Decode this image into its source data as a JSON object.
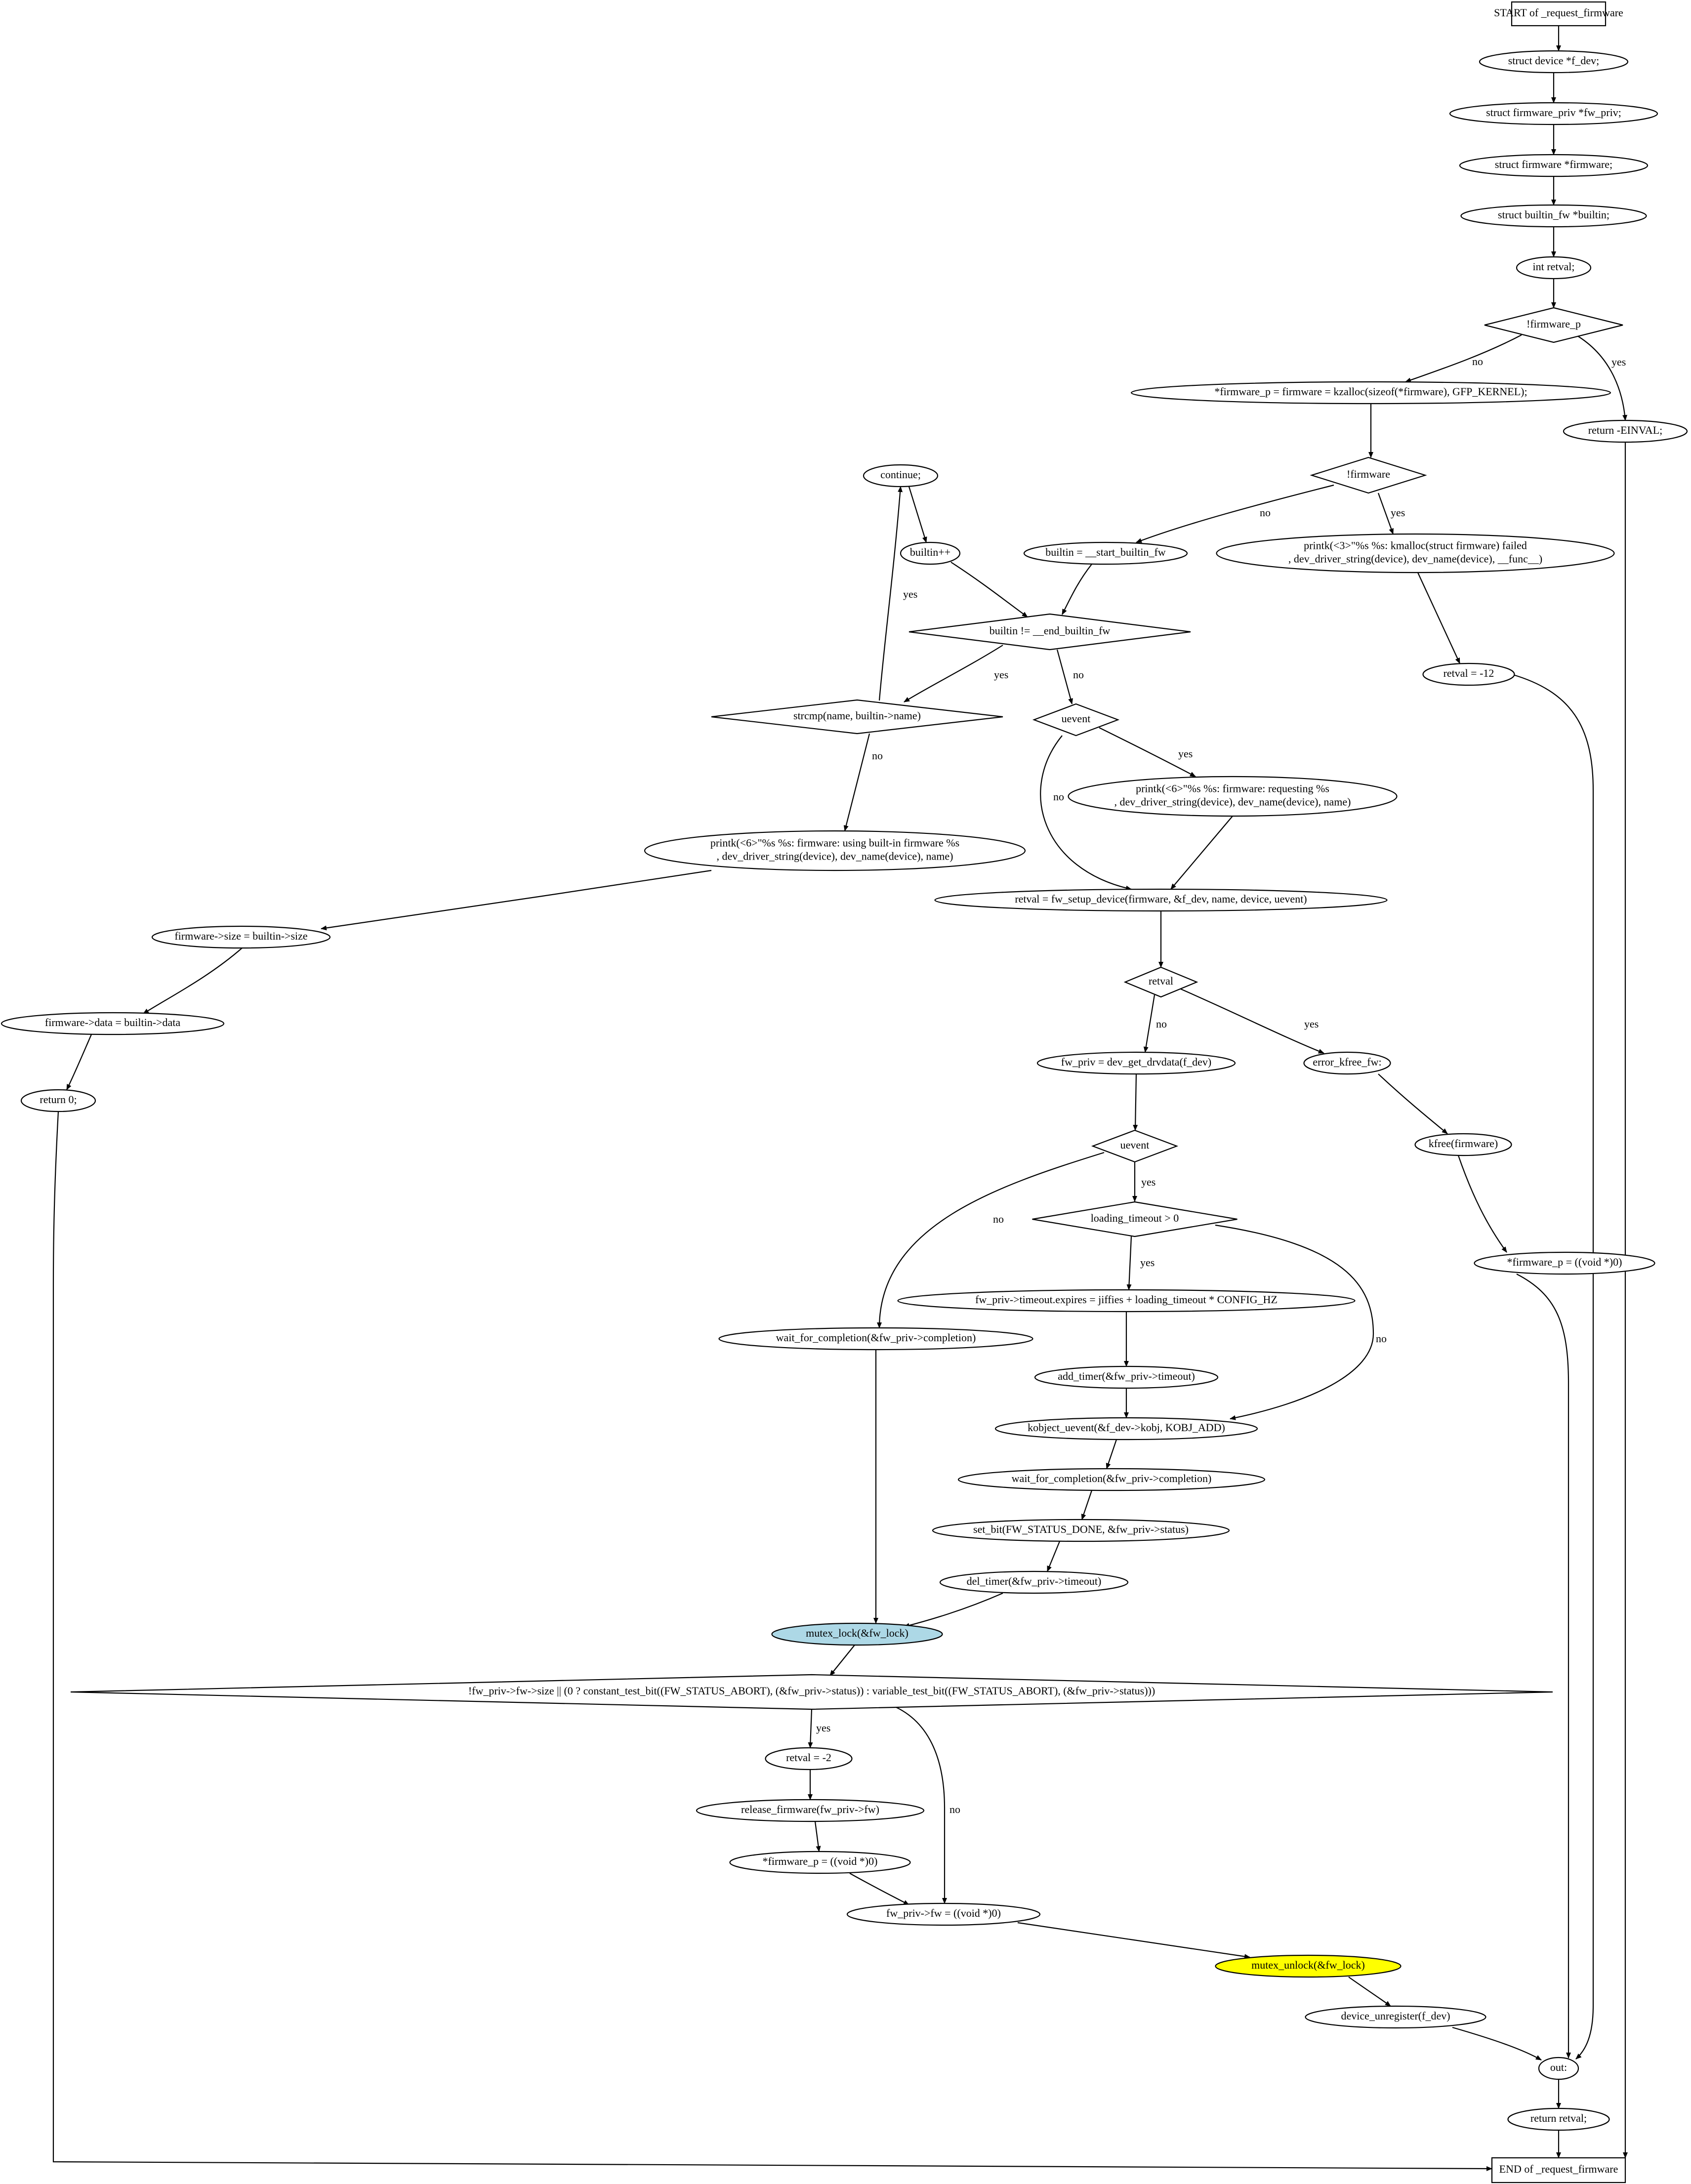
{
  "nodes": [
    {
      "id": "start",
      "lines": [
        "START of _request_firmware"
      ],
      "shape": "box"
    },
    {
      "id": "n_fdev",
      "lines": [
        "struct device *f_dev;"
      ],
      "shape": "ellipse"
    },
    {
      "id": "n_fwpriv",
      "lines": [
        "struct firmware_priv *fw_priv;"
      ],
      "shape": "ellipse"
    },
    {
      "id": "n_firmware",
      "lines": [
        "struct firmware *firmware;"
      ],
      "shape": "ellipse"
    },
    {
      "id": "n_builtin",
      "lines": [
        "struct builtin_fw *builtin;"
      ],
      "shape": "ellipse"
    },
    {
      "id": "n_retval",
      "lines": [
        "int retval;"
      ],
      "shape": "ellipse"
    },
    {
      "id": "d_firmware_p",
      "lines": [
        "!firmware_p"
      ],
      "shape": "diamond"
    },
    {
      "id": "n_kzalloc",
      "lines": [
        "*firmware_p = firmware = kzalloc(sizeof(*firmware), GFP_KERNEL);"
      ],
      "shape": "ellipse"
    },
    {
      "id": "n_einval",
      "lines": [
        "return -EINVAL;"
      ],
      "shape": "ellipse"
    },
    {
      "id": "d_firmware",
      "lines": [
        "!firmware"
      ],
      "shape": "diamond"
    },
    {
      "id": "n_continue",
      "lines": [
        "continue;"
      ],
      "shape": "ellipse"
    },
    {
      "id": "n_builtinpp",
      "lines": [
        "builtin++"
      ],
      "shape": "ellipse"
    },
    {
      "id": "n_start_builtin",
      "lines": [
        "builtin = __start_builtin_fw"
      ],
      "shape": "ellipse"
    },
    {
      "id": "n_printk_kmalloc",
      "lines": [
        "printk(<3>\"%s %s: kmalloc(struct firmware) failed",
        ", dev_driver_string(device), dev_name(device), __func__)"
      ],
      "shape": "ellipse"
    },
    {
      "id": "d_builtin_end",
      "lines": [
        "builtin != __end_builtin_fw"
      ],
      "shape": "diamond"
    },
    {
      "id": "n_retval_12",
      "lines": [
        "retval = -12"
      ],
      "shape": "ellipse"
    },
    {
      "id": "d_strcmp",
      "lines": [
        "strcmp(name, builtin->name)"
      ],
      "shape": "diamond"
    },
    {
      "id": "d_uevent1",
      "lines": [
        "uevent"
      ],
      "shape": "diamond"
    },
    {
      "id": "n_printk_req",
      "lines": [
        "printk(<6>\"%s %s: firmware: requesting %s",
        ", dev_driver_string(device), dev_name(device), name)"
      ],
      "shape": "ellipse"
    },
    {
      "id": "n_printk_builtin",
      "lines": [
        "printk(<6>\"%s %s: firmware: using built-in firmware %s",
        ", dev_driver_string(device), dev_name(device), name)"
      ],
      "shape": "ellipse"
    },
    {
      "id": "n_setup",
      "lines": [
        "retval = fw_setup_device(firmware, &f_dev, name, device, uevent)"
      ],
      "shape": "ellipse"
    },
    {
      "id": "n_size",
      "lines": [
        "firmware->size = builtin->size"
      ],
      "shape": "ellipse"
    },
    {
      "id": "d_retval",
      "lines": [
        "retval"
      ],
      "shape": "diamond"
    },
    {
      "id": "n_data",
      "lines": [
        "firmware->data = builtin->data"
      ],
      "shape": "ellipse"
    },
    {
      "id": "n_drvdata",
      "lines": [
        "fw_priv = dev_get_drvdata(f_dev)"
      ],
      "shape": "ellipse"
    },
    {
      "id": "n_error_kfree",
      "lines": [
        "error_kfree_fw:"
      ],
      "shape": "ellipse"
    },
    {
      "id": "n_return0",
      "lines": [
        "return 0;"
      ],
      "shape": "ellipse"
    },
    {
      "id": "d_uevent2",
      "lines": [
        "uevent"
      ],
      "shape": "diamond"
    },
    {
      "id": "n_kfree",
      "lines": [
        "kfree(firmware)"
      ],
      "shape": "ellipse"
    },
    {
      "id": "d_loading",
      "lines": [
        "loading_timeout > 0"
      ],
      "shape": "diamond"
    },
    {
      "id": "n_fwp_null1",
      "lines": [
        "*firmware_p = ((void *)0)"
      ],
      "shape": "ellipse"
    },
    {
      "id": "n_timeout_exp",
      "lines": [
        "fw_priv->timeout.expires = jiffies + loading_timeout * CONFIG_HZ"
      ],
      "shape": "ellipse"
    },
    {
      "id": "n_wait1",
      "lines": [
        "wait_for_completion(&fw_priv->completion)"
      ],
      "shape": "ellipse"
    },
    {
      "id": "n_add_timer",
      "lines": [
        "add_timer(&fw_priv->timeout)"
      ],
      "shape": "ellipse"
    },
    {
      "id": "n_kobject",
      "lines": [
        "kobject_uevent(&f_dev->kobj, KOBJ_ADD)"
      ],
      "shape": "ellipse"
    },
    {
      "id": "n_wait2",
      "lines": [
        "wait_for_completion(&fw_priv->completion)"
      ],
      "shape": "ellipse"
    },
    {
      "id": "n_set_bit",
      "lines": [
        "set_bit(FW_STATUS_DONE, &fw_priv->status)"
      ],
      "shape": "ellipse"
    },
    {
      "id": "n_del_timer",
      "lines": [
        "del_timer(&fw_priv->timeout)"
      ],
      "shape": "ellipse"
    },
    {
      "id": "n_mutex_lock",
      "lines": [
        "mutex_lock(&fw_lock)"
      ],
      "shape": "ellipse",
      "fill": "#add8e6"
    },
    {
      "id": "d_fwsize",
      "lines": [
        "!fw_priv->fw->size || (0 ? constant_test_bit((FW_STATUS_ABORT), (&fw_priv->status)) : variable_test_bit((FW_STATUS_ABORT), (&fw_priv->status)))"
      ],
      "shape": "diamond"
    },
    {
      "id": "n_retval_2",
      "lines": [
        "retval = -2"
      ],
      "shape": "ellipse"
    },
    {
      "id": "n_release",
      "lines": [
        "release_firmware(fw_priv->fw)"
      ],
      "shape": "ellipse"
    },
    {
      "id": "n_fwp_null2",
      "lines": [
        "*firmware_p = ((void *)0)"
      ],
      "shape": "ellipse"
    },
    {
      "id": "n_fw_null",
      "lines": [
        "fw_priv->fw = ((void *)0)"
      ],
      "shape": "ellipse"
    },
    {
      "id": "n_mutex_unlock",
      "lines": [
        "mutex_unlock(&fw_lock)"
      ],
      "shape": "ellipse",
      "fill": "#ffff00"
    },
    {
      "id": "n_unregister",
      "lines": [
        "device_unregister(f_dev)"
      ],
      "shape": "ellipse"
    },
    {
      "id": "n_out",
      "lines": [
        "out:"
      ],
      "shape": "ellipse"
    },
    {
      "id": "n_return_retval",
      "lines": [
        "return retval;"
      ],
      "shape": "ellipse"
    },
    {
      "id": "end",
      "lines": [
        "END of _request_firmware"
      ],
      "shape": "box"
    }
  ],
  "edges": [
    {
      "from": "start",
      "to": "n_fdev",
      "label": ""
    },
    {
      "from": "n_fdev",
      "to": "n_fwpriv",
      "label": ""
    },
    {
      "from": "n_fwpriv",
      "to": "n_firmware",
      "label": ""
    },
    {
      "from": "n_firmware",
      "to": "n_builtin",
      "label": ""
    },
    {
      "from": "n_builtin",
      "to": "n_retval",
      "label": ""
    },
    {
      "from": "n_retval",
      "to": "d_firmware_p",
      "label": ""
    },
    {
      "from": "d_firmware_p",
      "to": "n_kzalloc",
      "label": "no"
    },
    {
      "from": "d_firmware_p",
      "to": "n_einval",
      "label": "yes"
    },
    {
      "from": "n_kzalloc",
      "to": "d_firmware",
      "label": ""
    },
    {
      "from": "n_einval",
      "to": "end",
      "label": ""
    },
    {
      "from": "d_firmware",
      "to": "n_start_builtin",
      "label": "no"
    },
    {
      "from": "d_firmware",
      "to": "n_printk_kmalloc",
      "label": "yes"
    },
    {
      "from": "n_continue",
      "to": "n_builtinpp",
      "label": ""
    },
    {
      "from": "n_builtinpp",
      "to": "d_builtin_end",
      "label": ""
    },
    {
      "from": "n_start_builtin",
      "to": "d_builtin_end",
      "label": ""
    },
    {
      "from": "n_printk_kmalloc",
      "to": "n_retval_12",
      "label": ""
    },
    {
      "from": "d_builtin_end",
      "to": "d_strcmp",
      "label": "yes"
    },
    {
      "from": "d_builtin_end",
      "to": "d_uevent1",
      "label": "no"
    },
    {
      "from": "n_retval_12",
      "to": "n_out",
      "label": ""
    },
    {
      "from": "d_strcmp",
      "to": "n_continue",
      "label": "yes"
    },
    {
      "from": "d_strcmp",
      "to": "n_printk_builtin",
      "label": "no"
    },
    {
      "from": "d_uevent1",
      "to": "n_printk_req",
      "label": "yes"
    },
    {
      "from": "d_uevent1",
      "to": "n_setup",
      "label": "no"
    },
    {
      "from": "n_printk_req",
      "to": "n_setup",
      "label": ""
    },
    {
      "from": "n_printk_builtin",
      "to": "n_size",
      "label": ""
    },
    {
      "from": "n_setup",
      "to": "d_retval",
      "label": ""
    },
    {
      "from": "n_size",
      "to": "n_data",
      "label": ""
    },
    {
      "from": "d_retval",
      "to": "n_drvdata",
      "label": "no"
    },
    {
      "from": "d_retval",
      "to": "n_error_kfree",
      "label": "yes"
    },
    {
      "from": "n_data",
      "to": "n_return0",
      "label": ""
    },
    {
      "from": "n_drvdata",
      "to": "d_uevent2",
      "label": ""
    },
    {
      "from": "n_error_kfree",
      "to": "n_kfree",
      "label": ""
    },
    {
      "from": "n_return0",
      "to": "end",
      "label": ""
    },
    {
      "from": "d_uevent2",
      "to": "d_loading",
      "label": "yes"
    },
    {
      "from": "d_uevent2",
      "to": "n_wait1",
      "label": "no"
    },
    {
      "from": "n_kfree",
      "to": "n_fwp_null1",
      "label": ""
    },
    {
      "from": "d_loading",
      "to": "n_timeout_exp",
      "label": "yes"
    },
    {
      "from": "d_loading",
      "to": "n_kobject",
      "label": "no"
    },
    {
      "from": "n_fwp_null1",
      "to": "n_out",
      "label": ""
    },
    {
      "from": "n_timeout_exp",
      "to": "n_add_timer",
      "label": ""
    },
    {
      "from": "n_wait1",
      "to": "n_mutex_lock",
      "label": ""
    },
    {
      "from": "n_add_timer",
      "to": "n_kobject",
      "label": ""
    },
    {
      "from": "n_kobject",
      "to": "n_wait2",
      "label": ""
    },
    {
      "from": "n_wait2",
      "to": "n_set_bit",
      "label": ""
    },
    {
      "from": "n_set_bit",
      "to": "n_del_timer",
      "label": ""
    },
    {
      "from": "n_del_timer",
      "to": "n_mutex_lock",
      "label": ""
    },
    {
      "from": "n_mutex_lock",
      "to": "d_fwsize",
      "label": ""
    },
    {
      "from": "d_fwsize",
      "to": "n_retval_2",
      "label": "yes"
    },
    {
      "from": "d_fwsize",
      "to": "n_fw_null",
      "label": "no"
    },
    {
      "from": "n_retval_2",
      "to": "n_release",
      "label": ""
    },
    {
      "from": "n_release",
      "to": "n_fwp_null2",
      "label": ""
    },
    {
      "from": "n_fwp_null2",
      "to": "n_fw_null",
      "label": ""
    },
    {
      "from": "n_fw_null",
      "to": "n_mutex_unlock",
      "label": ""
    },
    {
      "from": "n_mutex_unlock",
      "to": "n_unregister",
      "label": ""
    },
    {
      "from": "n_unregister",
      "to": "n_out",
      "label": ""
    },
    {
      "from": "n_out",
      "to": "n_return_retval",
      "label": ""
    },
    {
      "from": "n_return_retval",
      "to": "end",
      "label": ""
    }
  ]
}
